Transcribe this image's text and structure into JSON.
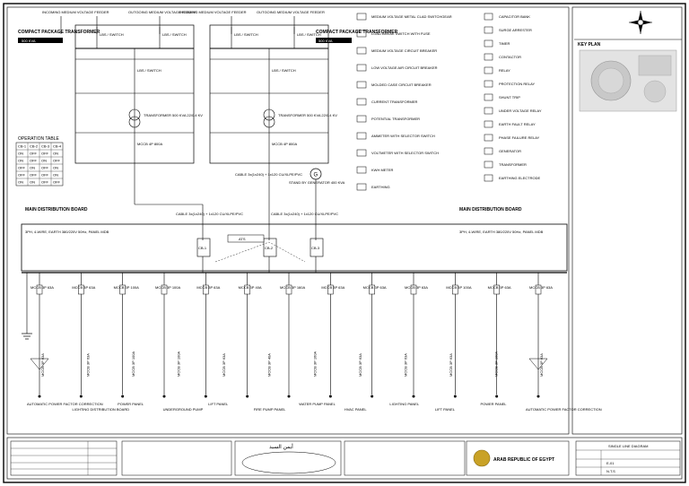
{
  "top": {
    "left_feeder_in": "INCOMING MEDIUM VOLTAGE FEEDER",
    "left_feeder_out": "OUTGOING MEDIUM VOLTAGE FEEDER",
    "right_feeder_in": "INCOMING MEDIUM VOLTAGE FEEDER",
    "right_feeder_out": "OUTGOING MEDIUM VOLTAGE FEEDER",
    "left_compact_title": "COMPACT PACKAGE TRANSFORMER",
    "right_compact_title": "COMPACT PACKAGE TRANSFORMER",
    "compact_size_left": "500 KVA",
    "compact_size_right": "500 KVA",
    "rmu_sw_left": "LBS / SWITCH",
    "rmu_sw_right": "LBS / SWITCH",
    "transformer_left": "TRANSFORMER 500 KVA 22/0.4 KV",
    "transformer_right": "TRANSFORMER 500 KVA 22/0.4 KV",
    "acb_left": "MCCB 4P 800A",
    "acb_right": "MCCB 4P 800A"
  },
  "op_table": {
    "title": "OPERATION TABLE",
    "headers": [
      "CB-1",
      "CB-2",
      "CB-3",
      "CB-4"
    ],
    "rows": [
      [
        "ON",
        "OFF",
        "OFF",
        "ON"
      ],
      [
        "ON",
        "OFF",
        "ON",
        "OFF"
      ],
      [
        "OFF",
        "ON",
        "OFF",
        "ON"
      ],
      [
        "OFF",
        "OFF",
        "OFF",
        "ON"
      ],
      [
        "ON",
        "ON",
        "OFF",
        "OFF"
      ]
    ]
  },
  "mid": {
    "cable_left": "CABLE 3x(1x240) + 1x120 CU/XLPE/PVC",
    "cable_right": "CABLE 3x(1x240) + 1x120 CU/XLPE/PVC",
    "generator": "G",
    "generator_label": "STAND BY GENERATOR 400 KVA",
    "panel_left_title": "MAIN DISTRIBUTION BOARD",
    "panel_right_title": "MAIN DISTRIBUTION BOARD",
    "panel_left_spec": "3PH, 4-WIRE, EARTH 380/220V 50Hz, PANEL MDB",
    "panel_right_spec": "3PH, 4-WIRE, EARTH 380/220V 50Hz, PANEL MDB",
    "ats": "ATS",
    "cb1": "CB-1",
    "cb2": "CB-2",
    "cb3": "CB-3"
  },
  "outgoing": [
    "MCCB 3P 63A",
    "MCCB 3P 63A",
    "MCCB 3P 100A",
    "MCCB 3P 100A",
    "MCCB 3P 63A",
    "MCCB 3P 40A",
    "MCCB 3P 160A",
    "MCCB 3P 63A",
    "MCCB 3P 63A",
    "MCCB 3P 63A",
    "MCCB 3P 100A",
    "MCCB 3P 63A",
    "MCCB 3P 63A"
  ],
  "loads": [
    "AUTOMATIC POWER FACTOR CORRECTION",
    "LIGHTING DISTRIBUTION BOARD",
    "POWER PANEL",
    "UNDERGROUND PUMP",
    "LIFT PANEL",
    "FIRE PUMP PANEL",
    "WATER PUMP PANEL",
    "HVAC PANEL",
    "LIGHTING PANEL",
    "LIFT PANEL",
    "POWER PANEL",
    "AUTOMATIC POWER FACTOR CORRECTION"
  ],
  "legend": [
    "MEDIUM VOLTAGE METAL CLAD SWITCHGEAR",
    "LOAD BREAK SWITCH WITH FUSE",
    "MEDIUM VOLTAGE CIRCUIT BREAKER",
    "LOW VOLTAGE AIR CIRCUIT BREAKER",
    "MOLDED CASE CIRCUIT BREAKER",
    "CURRENT TRANSFORMER",
    "POTENTIAL TRANSFORMER",
    "AMMETER WITH SELECTOR SWITCH",
    "VOLTMETER WITH SELECTOR SWITCH",
    "KWH METER",
    "EARTHING"
  ],
  "legend_right": [
    "CAPACITOR BANK",
    "SURGE ARRESTER",
    "TIMER",
    "CONTACTOR",
    "RELAY",
    "PROTECTION RELAY",
    "SHUNT TRIP",
    "UNDER VOLTAGE RELAY",
    "EARTH FAULT RELAY",
    "PHASE FAILURE RELAY",
    "GENERATOR",
    "TRANSFORMER",
    "EARTHING ELECTRODE"
  ],
  "key_plan": "KEY PLAN",
  "title_block": {
    "designer": "أيمن السيد",
    "company": "ARAB REPUBLIC OF EGYPT",
    "drawing_title": "SINGLE LINE DIAGRAM",
    "drawing_no": "E-01",
    "scale": "N.T.S"
  },
  "colors": {
    "line": "#000000",
    "paper": "#ffffff",
    "gray": "#bdbdbd"
  }
}
